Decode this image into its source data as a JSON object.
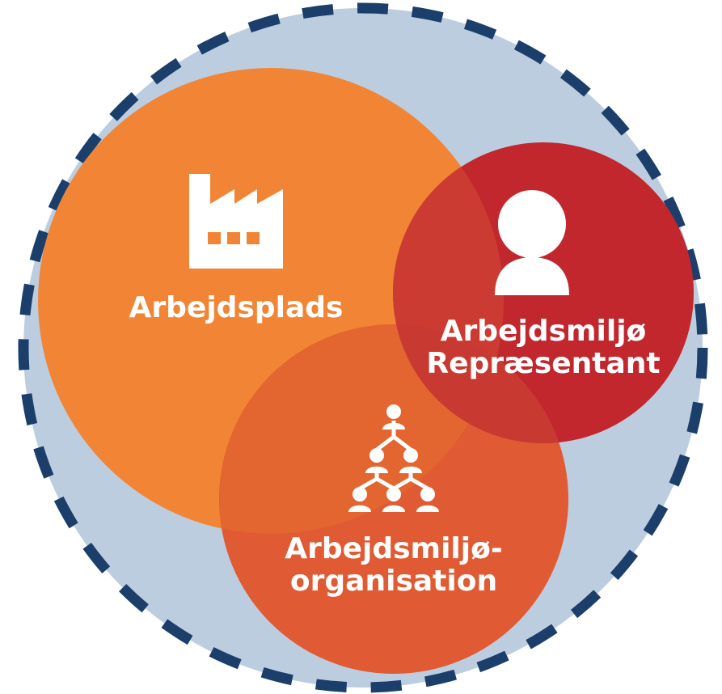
{
  "diagram": {
    "circles": {
      "workplace": {
        "label": "Arbejdsplads",
        "icon": "factory-icon",
        "color": "#F28535"
      },
      "representative": {
        "line1": "Arbejdsmiljø",
        "line2": "Repræsentant",
        "icon": "person-icon",
        "color": "#C1272D"
      },
      "organization": {
        "line1": "Arbejdsmiljø-",
        "line2": "organisation",
        "icon": "org-network-icon",
        "color": "#E05A33"
      }
    },
    "colors": {
      "outer_fill": "#BCCDE0",
      "outer_border": "#1B3E6B",
      "overlap_workplace_representative": "#CC3B31",
      "overlap_workplace_organization": "#E3652F",
      "overlap_representative_organization": "#C83A31"
    }
  }
}
